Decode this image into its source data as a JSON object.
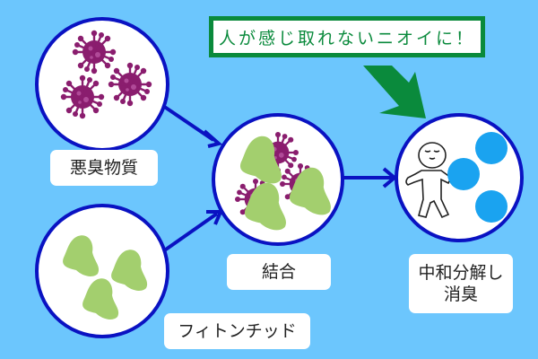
{
  "colors": {
    "background": "#6cc6fd",
    "circle_stroke": "#0a12c2",
    "arrow": "#0a12c2",
    "virus": "#8a1d6e",
    "phytoncide": "#a3cf6e",
    "result_dot": "#1aa3f0",
    "callout_green": "#0a8a3c"
  },
  "callout": {
    "text": "人が感じ取れないニオイに！"
  },
  "nodes": {
    "odor": {
      "label": "悪臭物質",
      "icon": "virus-icon"
    },
    "phytoncide": {
      "label": "フィトンチッド",
      "icon": "phytoncide-blob-icon"
    },
    "bond": {
      "label": "結合",
      "icon": "bonded-icon"
    },
    "result": {
      "label_line1": "中和分解し",
      "label_line2": "消臭",
      "icon": "person-icon"
    }
  }
}
